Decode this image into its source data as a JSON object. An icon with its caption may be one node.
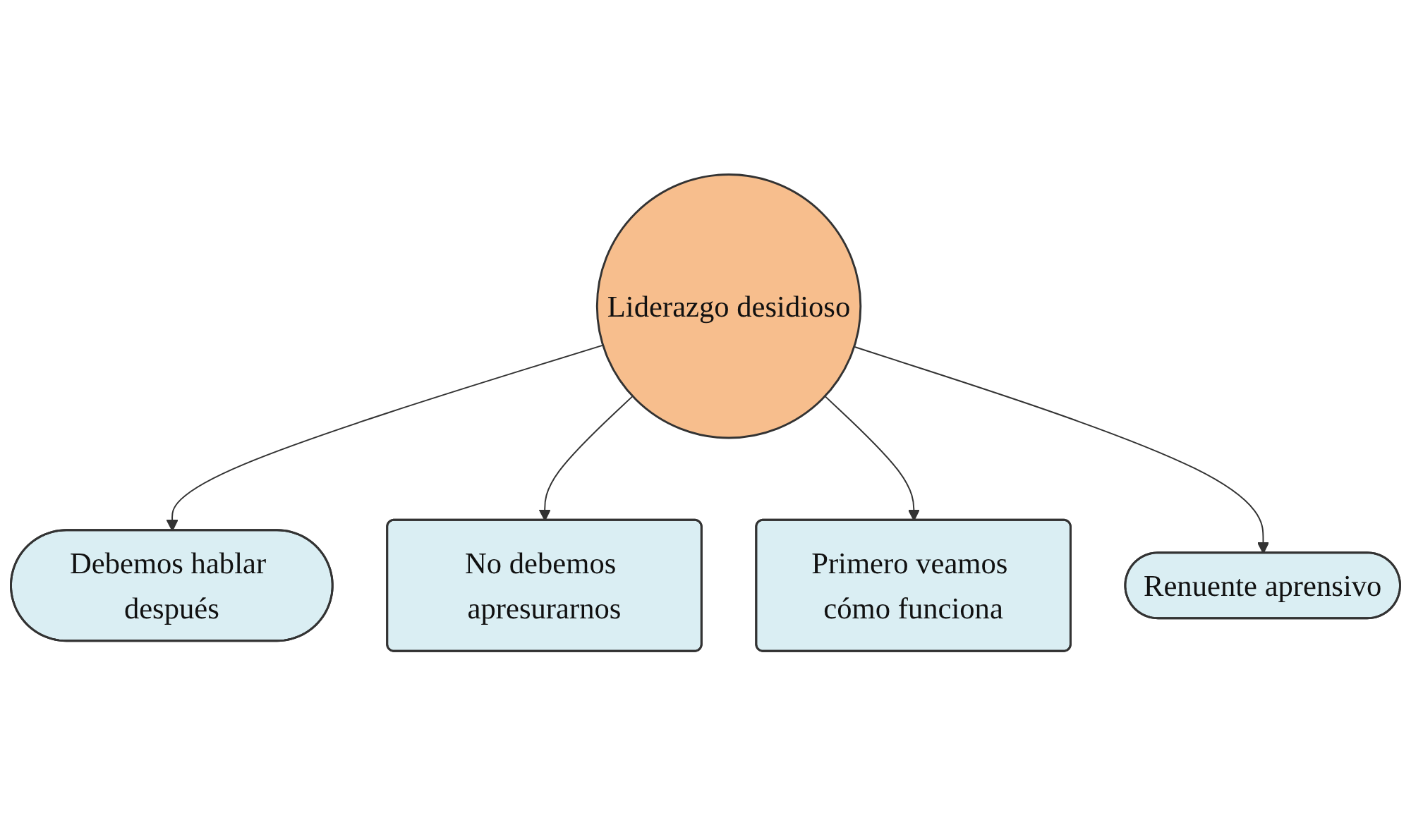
{
  "diagram": {
    "nodes": [
      {
        "text": [
          "Debemos hablar después"
        ]
      },
      {
        "text": [
          "No debemos apresurarnos"
        ]
      },
      {
        "text": [
          "Liderazgo desidioso"
        ]
      },
      {
        "text": [
          "Primero veamos cómo funciona"
        ]
      },
      {
        "text": [
          "Renuente aprensivo"
        ]
      }
    ],
    "edges": [
      {
        "from": 2,
        "to": 0,
        "arrow": "to"
      },
      {
        "from": 2,
        "to": 1,
        "arrow": "to"
      },
      {
        "from": 2,
        "to": 3,
        "arrow": "to"
      },
      {
        "from": 2,
        "to": 4,
        "arrow": "to"
      }
    ]
  }
}
